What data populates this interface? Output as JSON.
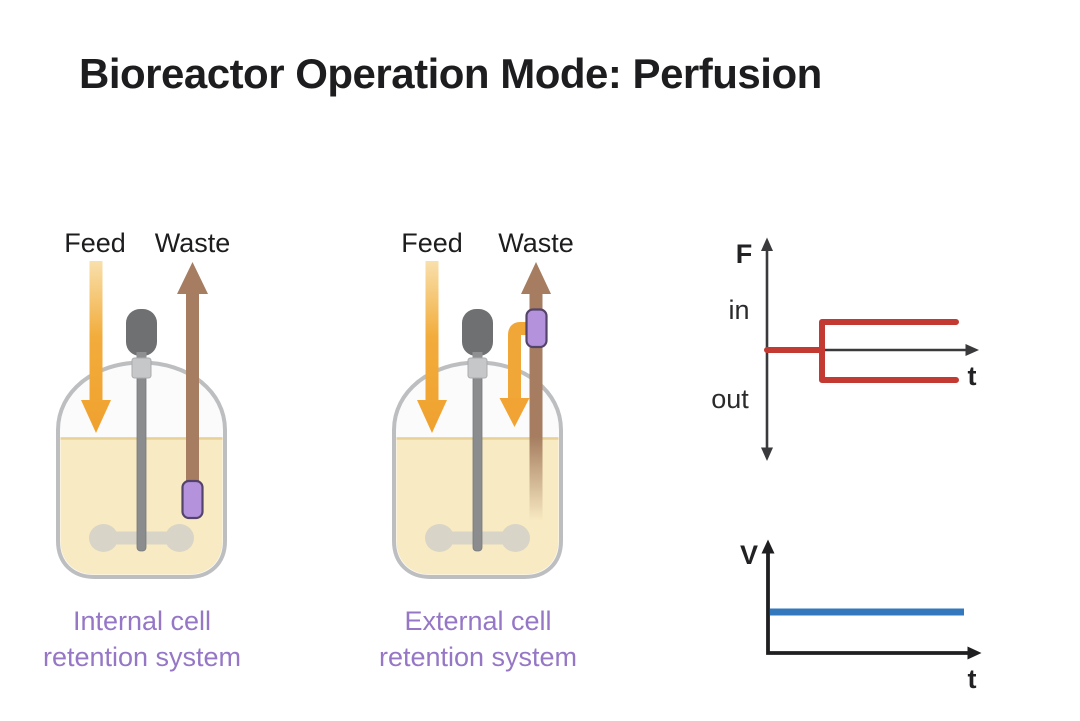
{
  "title": "Bioreactor Operation Mode: Perfusion",
  "reactors": [
    {
      "id": "internal",
      "feed_label": "Feed",
      "waste_label": "Waste",
      "caption_line1": "Internal cell",
      "caption_line2": "retention system"
    },
    {
      "id": "external",
      "feed_label": "Feed",
      "waste_label": "Waste",
      "caption_line1": "External cell",
      "caption_line2": "retention system"
    }
  ],
  "flow_chart": {
    "type": "line",
    "y_label": "F",
    "x_label": "t",
    "in_tick_label": "in",
    "out_tick_label": "out",
    "series": [
      {
        "name": "feed inflow rate",
        "color": "#C23A31",
        "shape": "starts at F=0 on the t-axis, steps up to the constant 'in' level shortly after t=0, then stays constant"
      },
      {
        "name": "waste outflow rate",
        "color": "#C23A31",
        "shape": "starts at F=0 on the t-axis, steps down to the constant 'out' level shortly after t=0, then stays constant"
      }
    ]
  },
  "volume_chart": {
    "type": "line",
    "y_label": "V",
    "x_label": "t",
    "series": [
      {
        "name": "culture volume",
        "color": "#3377BD",
        "shape": "constant horizontal line for all t"
      }
    ]
  },
  "colors": {
    "feed_orange": "#F1A737",
    "waste_brown": "#A67D60",
    "retention_filter_purple_fill": "#B592DC",
    "retention_filter_purple_stroke": "#54446A",
    "caption_purple": "#9577C6",
    "culture_liquid_yellow": "#F8EAC2",
    "vessel_glass_gray": "#BCBEC0",
    "motor_gray": "#6E7072",
    "flow_line_red": "#C23A31",
    "volume_line_blue": "#3377BD",
    "flow_axis_gray": "#3A3A3C",
    "volume_axis_black": "#1F1F21",
    "title_text": "#1D1D1F"
  }
}
